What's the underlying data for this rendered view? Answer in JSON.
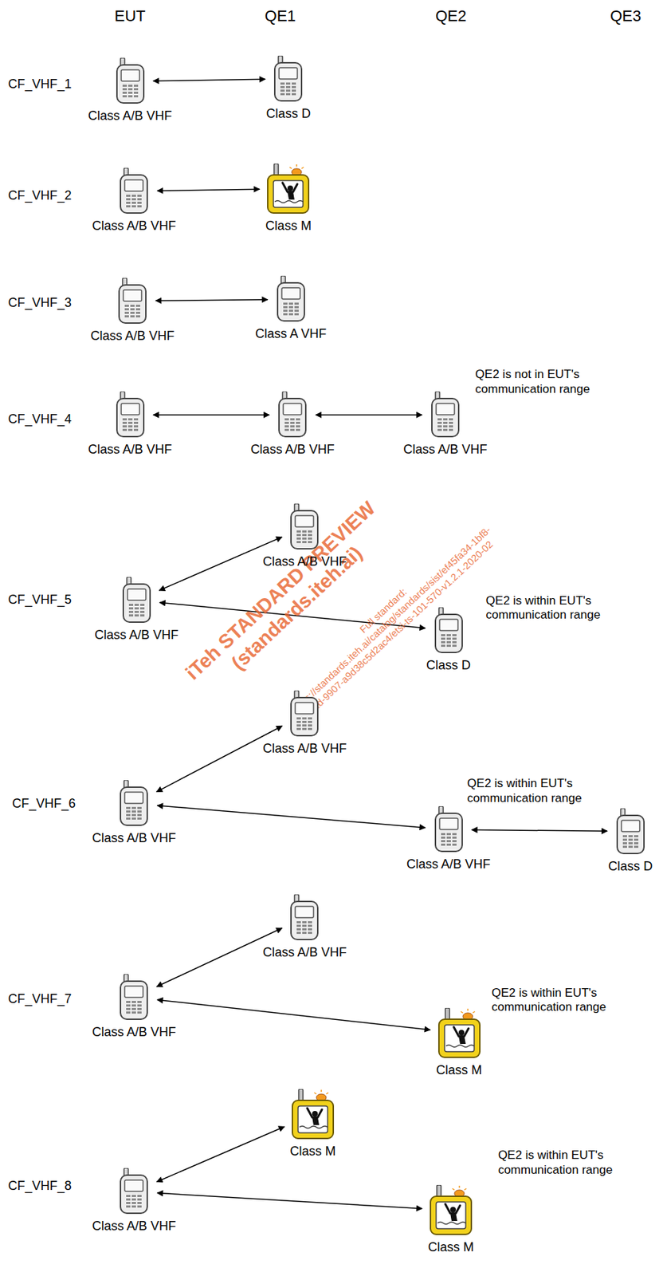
{
  "diagram": {
    "nodes": [
      {
        "text": [
          "Class A/B VHF"
        ]
      },
      {
        "text": [
          "Class D"
        ]
      },
      {
        "text": [
          "Class A/B VHF"
        ]
      },
      {
        "text": [
          "Class M"
        ]
      },
      {
        "text": [
          "Class A/B VHF"
        ]
      },
      {
        "text": [
          "Class A VHF"
        ]
      },
      {
        "text": [
          "Class A/B VHF"
        ]
      },
      {
        "text": [
          "Class A/B VHF"
        ]
      },
      {
        "text": [
          "Class A/B VHF"
        ]
      },
      {
        "text": [
          "Class A/B VHF"
        ]
      },
      {
        "text": [
          "Class A/B VHF"
        ]
      },
      {
        "text": [
          "Class D"
        ]
      },
      {
        "text": [
          "Class A/B VHF"
        ]
      },
      {
        "text": [
          "Class A/B VHF"
        ]
      },
      {
        "text": [
          "Class A/B VHF"
        ]
      },
      {
        "text": [
          "Class D"
        ]
      },
      {
        "text": [
          "Class A/B VHF"
        ]
      },
      {
        "text": [
          "Class A/B VHF"
        ]
      },
      {
        "text": [
          "Class M"
        ]
      },
      {
        "text": [
          "Class A/B VHF"
        ]
      },
      {
        "text": [
          "Class M"
        ]
      },
      {
        "text": [
          "Class M"
        ]
      }
    ],
    "edges": [
      {
        "from": 0,
        "to": 1,
        "arrow": "both"
      },
      {
        "from": 2,
        "to": 3,
        "arrow": "both"
      },
      {
        "from": 4,
        "to": 5,
        "arrow": "both"
      },
      {
        "from": 6,
        "to": 7,
        "arrow": "both"
      },
      {
        "from": 7,
        "to": 8,
        "arrow": "both"
      },
      {
        "from": 9,
        "to": 10,
        "arrow": "both"
      },
      {
        "from": 9,
        "to": 11,
        "arrow": "both"
      },
      {
        "from": 12,
        "to": 13,
        "arrow": "both"
      },
      {
        "from": 12,
        "to": 14,
        "arrow": "both"
      },
      {
        "from": 14,
        "to": 15,
        "arrow": "both"
      },
      {
        "from": 16,
        "to": 17,
        "arrow": "both"
      },
      {
        "from": 16,
        "to": 18,
        "arrow": "both"
      },
      {
        "from": 19,
        "to": 20,
        "arrow": "both"
      },
      {
        "from": 19,
        "to": 21,
        "arrow": "both"
      }
    ],
    "labels": [
      "EUT",
      "QE1",
      "QE2",
      "QE3",
      "CF_VHF_1",
      "CF_VHF_2",
      "CF_VHF_3",
      "CF_VHF_4",
      "CF_VHF_5",
      "CF_VHF_6",
      "CF_VHF_7",
      "CF_VHF_8",
      "QE2 is not in EUT's communication range",
      "QE2 is within EUT's communication range",
      "QE2 is within EUT's communication range",
      "QE2 is within EUT's communication range",
      "QE2 is within EUT's communication range",
      "iTeh STANDARD PREVIEW",
      "(standards.iteh.ai)",
      "Full standard:",
      "https://standards.iteh.ai/catalog/standards/sist/ef45fa34-1bf8-",
      "4f2d-9907-a9d38c5d2ac4/etsi-ts-101-570-v1.2.1-2020-02"
    ]
  }
}
